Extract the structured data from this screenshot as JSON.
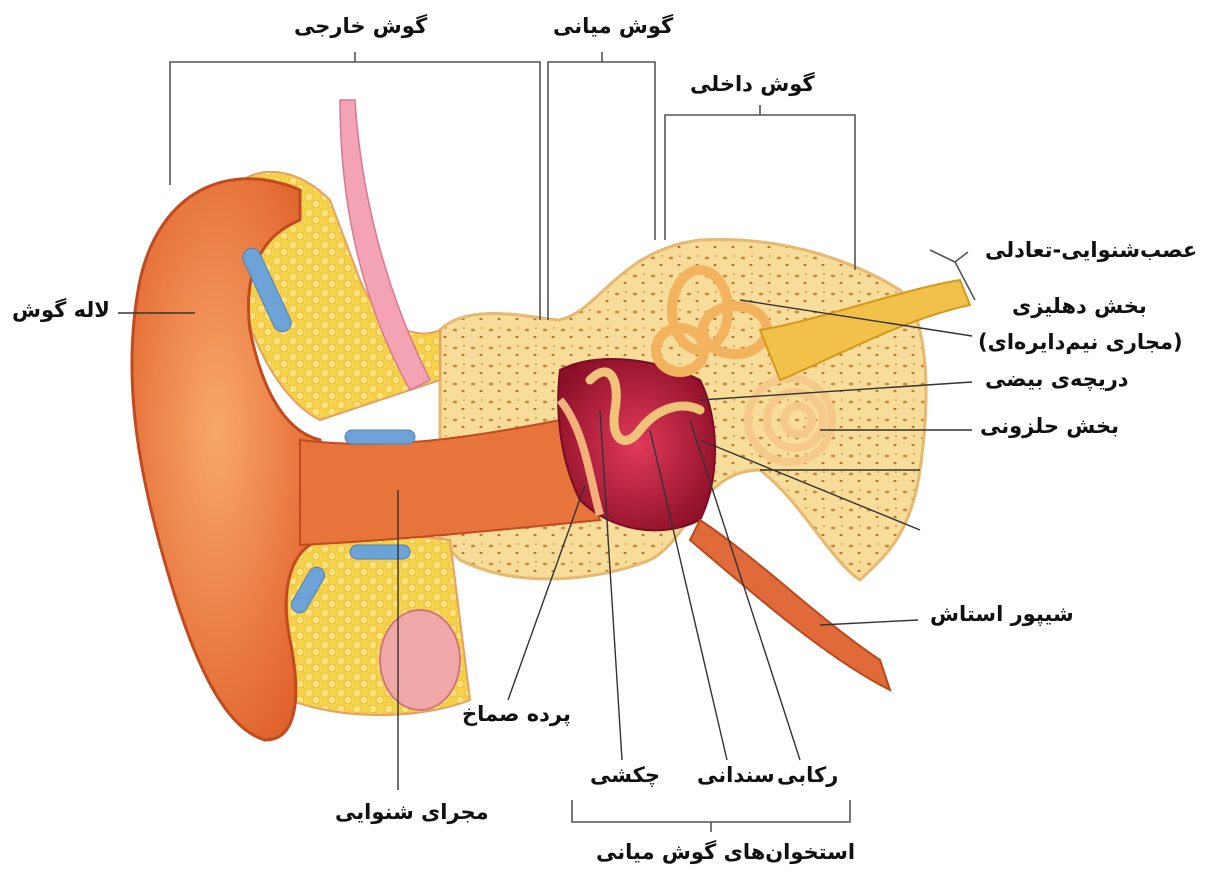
{
  "labels": {
    "outer_ear": "گوش خارجی",
    "middle_ear": "گوش میانی",
    "inner_ear": "گوش داخلی",
    "vestibulocochlear_nerve": "عصب‌شنوایی-تعادلی",
    "auricle": "لاله گوش",
    "vestibular_part": "بخش دهلیزی",
    "semicircular_canals": "(مجاری نیم‌دایره‌ای)",
    "oval_window": "دریچه‌ی بیضی",
    "cochlear_part": "بخش حلزونی",
    "eustachian_tube": "شیپور استاش",
    "eardrum": "پرده صماخ",
    "malleus": "چکشی",
    "incus": "سندانی",
    "stapes": "رکابی",
    "ear_canal": "مجرای شنوایی",
    "ossicles": "استخوان‌های گوش میانی"
  },
  "colors": {
    "skin": "#f07a3a",
    "skin_light": "#f8a86a",
    "bone": "#f7dc9a",
    "bone_dark": "#c98a3c",
    "cavity": "#c2183c",
    "cartilage": "#6ea3d8",
    "nerve": "#f2c14a",
    "vessel_pink": "#f3a3b3"
  }
}
